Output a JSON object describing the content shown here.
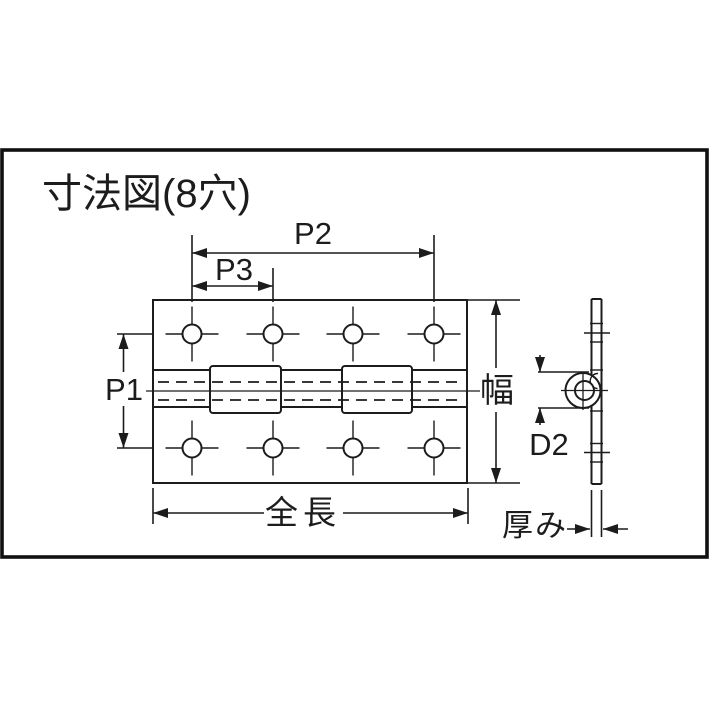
{
  "title": "寸法図(8穴)",
  "labels": {
    "p2": "P2",
    "p3": "P3",
    "p1": "P1",
    "width": "幅",
    "total_length": "全長",
    "d2": "D2",
    "thickness": "厚み"
  },
  "drawing": {
    "hole_count": 8,
    "hole_rows": 2,
    "holes_per_row": 4,
    "knuckle_segments": 5,
    "views": [
      "front",
      "side"
    ]
  },
  "colors": {
    "line": "#1c1c1c",
    "frame": "#111111",
    "background": "#ffffff"
  }
}
